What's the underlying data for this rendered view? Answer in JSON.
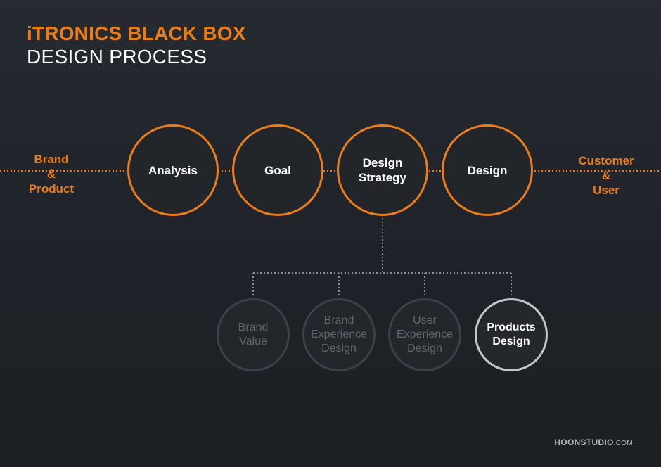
{
  "header": {
    "title": "iTRONICS BLACK BOX",
    "subtitle": "DESIGN PROCESS"
  },
  "endpoints": {
    "left": [
      "Brand",
      "&",
      "Product"
    ],
    "right": [
      "Customer",
      "&",
      "User"
    ]
  },
  "process_steps": [
    {
      "label": "Analysis"
    },
    {
      "label": "Goal"
    },
    {
      "label": "Design\nStrategy"
    },
    {
      "label": "Design"
    }
  ],
  "strategy_substeps": [
    {
      "label": "Brand\nValue",
      "active": false
    },
    {
      "label": "Brand\nExperience\nDesign",
      "active": false
    },
    {
      "label": "User\nExperience\nDesign",
      "active": false
    },
    {
      "label": "Products\nDesign",
      "active": true
    }
  ],
  "footer": {
    "brand": "HOONSTUDIO",
    "brand_suffix": ".COM"
  },
  "colors": {
    "accent": "#ec7d16",
    "background": "#1f2329",
    "text": "#ffffff",
    "muted": "#5f656c",
    "connector": "#8a8f95"
  }
}
